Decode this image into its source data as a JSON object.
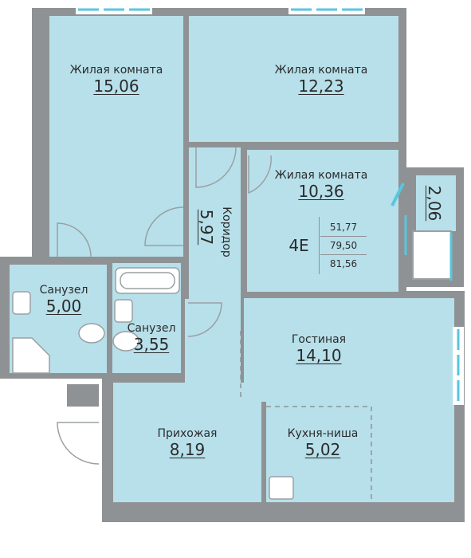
{
  "colors": {
    "room_fill": "#b7e0ea",
    "wall": "#8f9294",
    "window": "#ffffff",
    "window_line": "#58c6de",
    "door_line": "#9aa0a3"
  },
  "rooms": [
    {
      "name": "Жилая комната",
      "area": "15,06"
    },
    {
      "name": "Жилая комната",
      "area": "12,23"
    },
    {
      "name": "Жилая комната",
      "area": "10,36"
    },
    {
      "name": "Коридор",
      "area": "5,97"
    },
    {
      "name": "Санузел",
      "area": "5,00"
    },
    {
      "name": "Санузел",
      "area": "3,55"
    },
    {
      "name": "Гостиная",
      "area": "14,10"
    },
    {
      "name": "Прихожая",
      "area": "8,19"
    },
    {
      "name": "Кухня-ниша",
      "area": "5,02"
    }
  ],
  "balcony": {
    "area": "2,06"
  },
  "apartment_tag": {
    "type": "4Е",
    "living_area": "51,77",
    "total_area": "79,50",
    "total_with_balcony": "81,56"
  }
}
